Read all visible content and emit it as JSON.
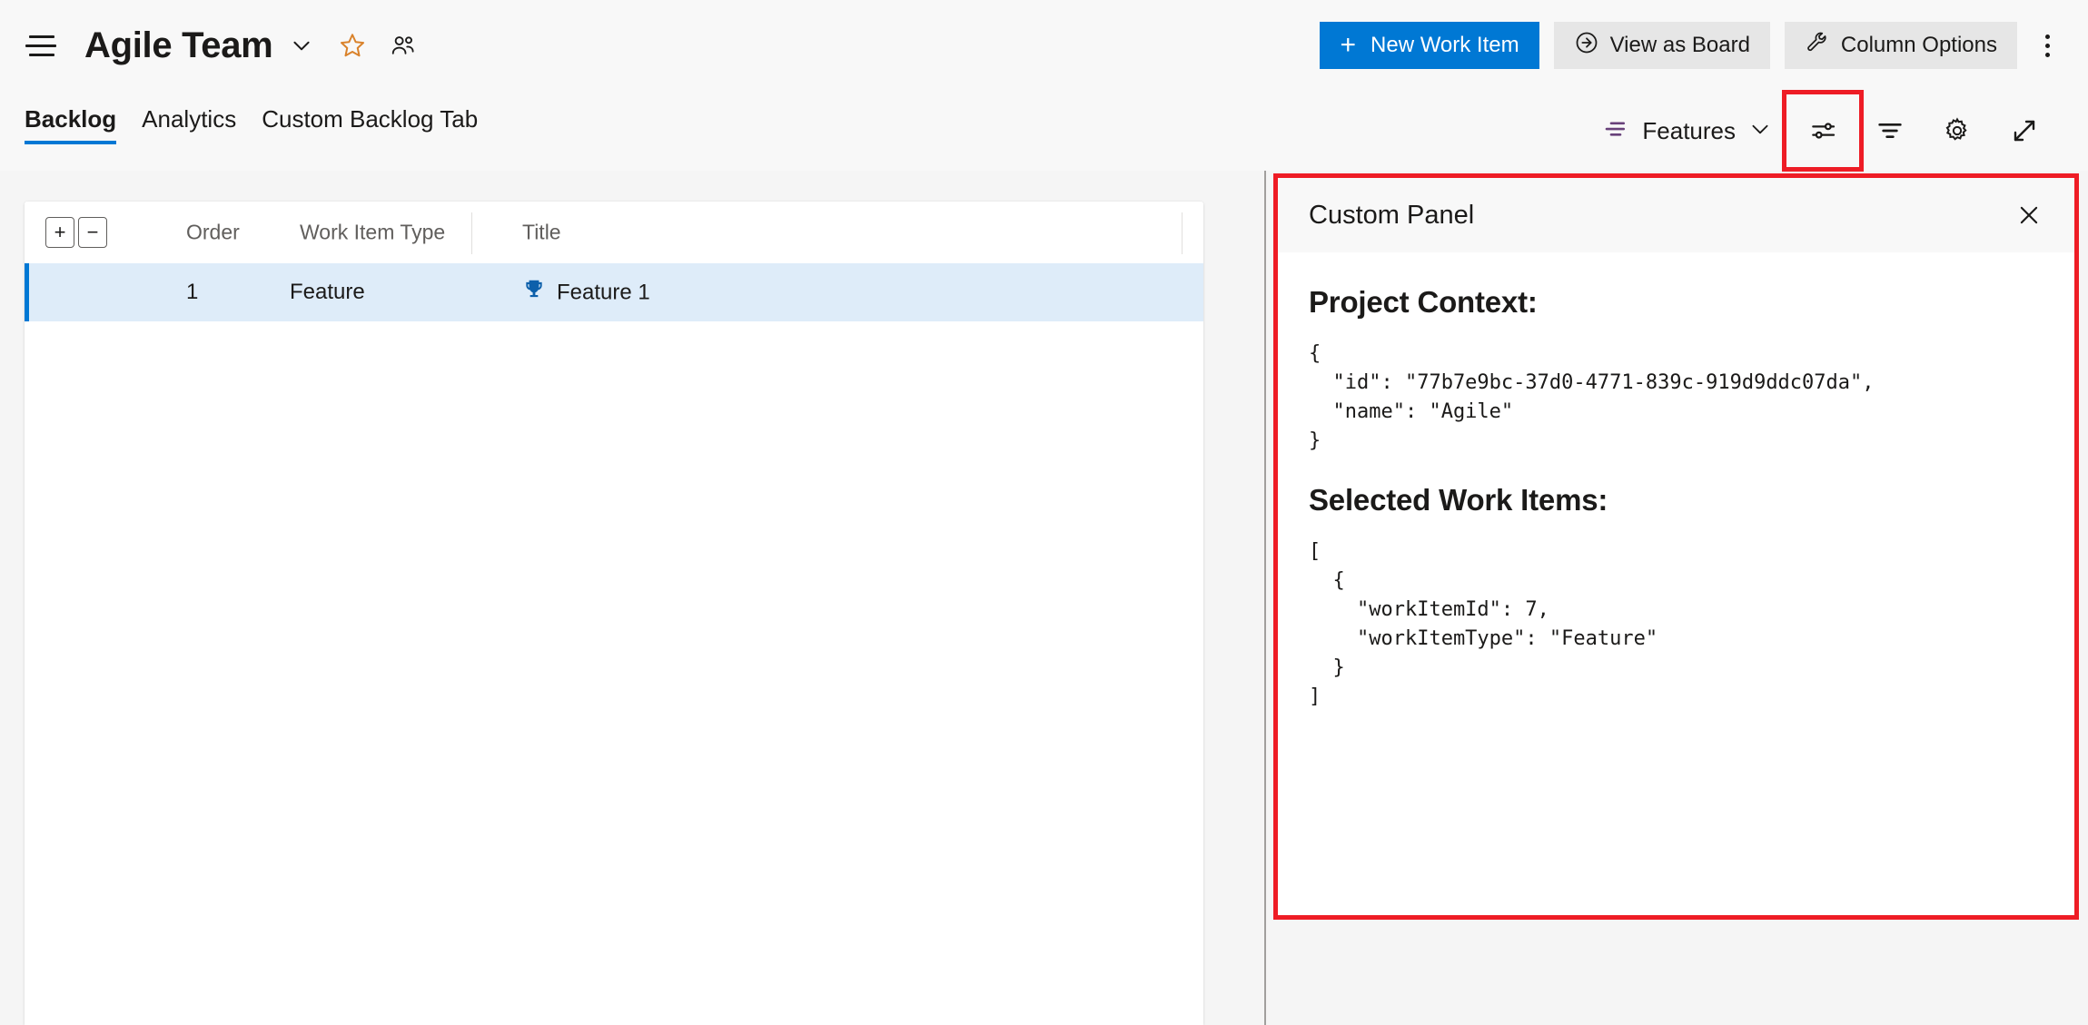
{
  "header": {
    "menu_icon": "hamburger-icon",
    "team_name": "Agile Team",
    "chevron_icon": "chevron-down-icon",
    "favorite_icon": "star-icon",
    "members_icon": "people-icon",
    "new_work_item_label": "New Work Item",
    "new_work_item_plus": "+",
    "view_as_board_label": "View as Board",
    "column_options_label": "Column Options",
    "more_icon": "kebab-menu-icon",
    "accent_color": "#0078d4",
    "favorite_color": "#d9822b"
  },
  "tabstrip": {
    "tabs": [
      {
        "label": "Backlog",
        "active": true
      },
      {
        "label": "Analytics",
        "active": false
      },
      {
        "label": "Custom Backlog Tab",
        "active": false
      }
    ],
    "features_pivot": {
      "icon": "backlog-levels-icon",
      "label": "Features",
      "chevron": "chevron-down-icon",
      "icon_color": "#68417a"
    },
    "toolbar_icons": [
      {
        "name": "view-options-icon",
        "highlighted": true
      },
      {
        "name": "filter-icon",
        "highlighted": false
      },
      {
        "name": "settings-gear-icon",
        "highlighted": false
      },
      {
        "name": "fullscreen-expand-icon",
        "highlighted": false
      }
    ],
    "highlight_color": "#ee1c25"
  },
  "backlog": {
    "expand_all_label": "+",
    "collapse_all_label": "−",
    "columns": [
      "Order",
      "Work Item Type",
      "Title"
    ],
    "rows": [
      {
        "order": "1",
        "work_item_type": "Feature",
        "title": "Feature 1",
        "type_icon": "trophy-icon",
        "type_icon_color": "#0d60ab",
        "selected": true
      }
    ]
  },
  "custom_panel": {
    "title": "Custom Panel",
    "close_icon": "close-icon",
    "sections": [
      {
        "heading": "Project Context:",
        "code": "{\n  \"id\": \"77b7e9bc-37d0-4771-839c-919d9ddc07da\",\n  \"name\": \"Agile\"\n}"
      },
      {
        "heading": "Selected Work Items:",
        "code": "[\n  {\n    \"workItemId\": 7,\n    \"workItemType\": \"Feature\"\n  }\n]"
      }
    ]
  }
}
